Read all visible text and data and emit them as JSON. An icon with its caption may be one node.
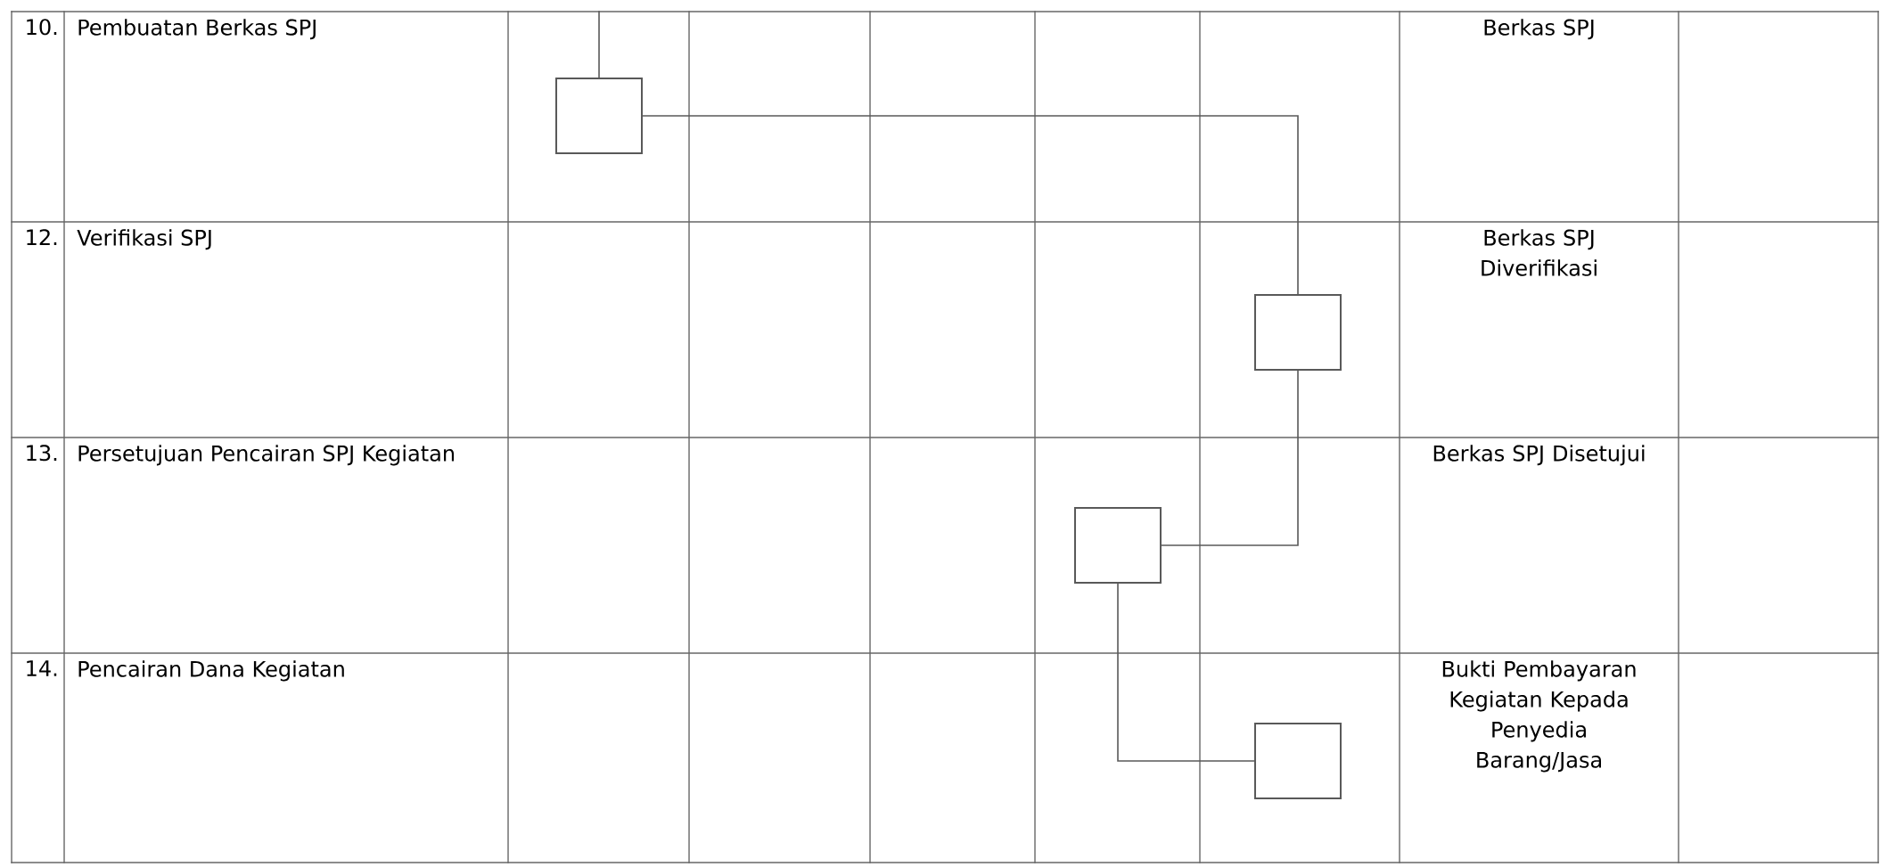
{
  "diagram": {
    "nodes": [
      {
        "text": [],
        "shape": "box"
      },
      {
        "text": [],
        "shape": "box"
      },
      {
        "text": [],
        "shape": "box"
      },
      {
        "text": [],
        "shape": "box"
      }
    ],
    "edges": [
      {
        "from": null,
        "to": 0,
        "arrow": "none"
      },
      {
        "from": 0,
        "to": 1,
        "arrow": "none"
      },
      {
        "from": 1,
        "to": 2,
        "arrow": "none"
      },
      {
        "from": 2,
        "to": 3,
        "arrow": "none"
      }
    ],
    "labels": [
      "10.",
      "Pembuatan Berkas SPJ",
      "Berkas SPJ",
      "12.",
      "Verifikasi SPJ",
      "Berkas SPJ Diverifikasi",
      "13.",
      "Persetujuan Pencairan SPJ Kegiatan",
      "Berkas SPJ Disetujui",
      "14.",
      "Pencairan Dana Kegiatan",
      "Bukti Pembayaran Kegiatan Kepada Penyedia Barang/Jasa"
    ]
  }
}
